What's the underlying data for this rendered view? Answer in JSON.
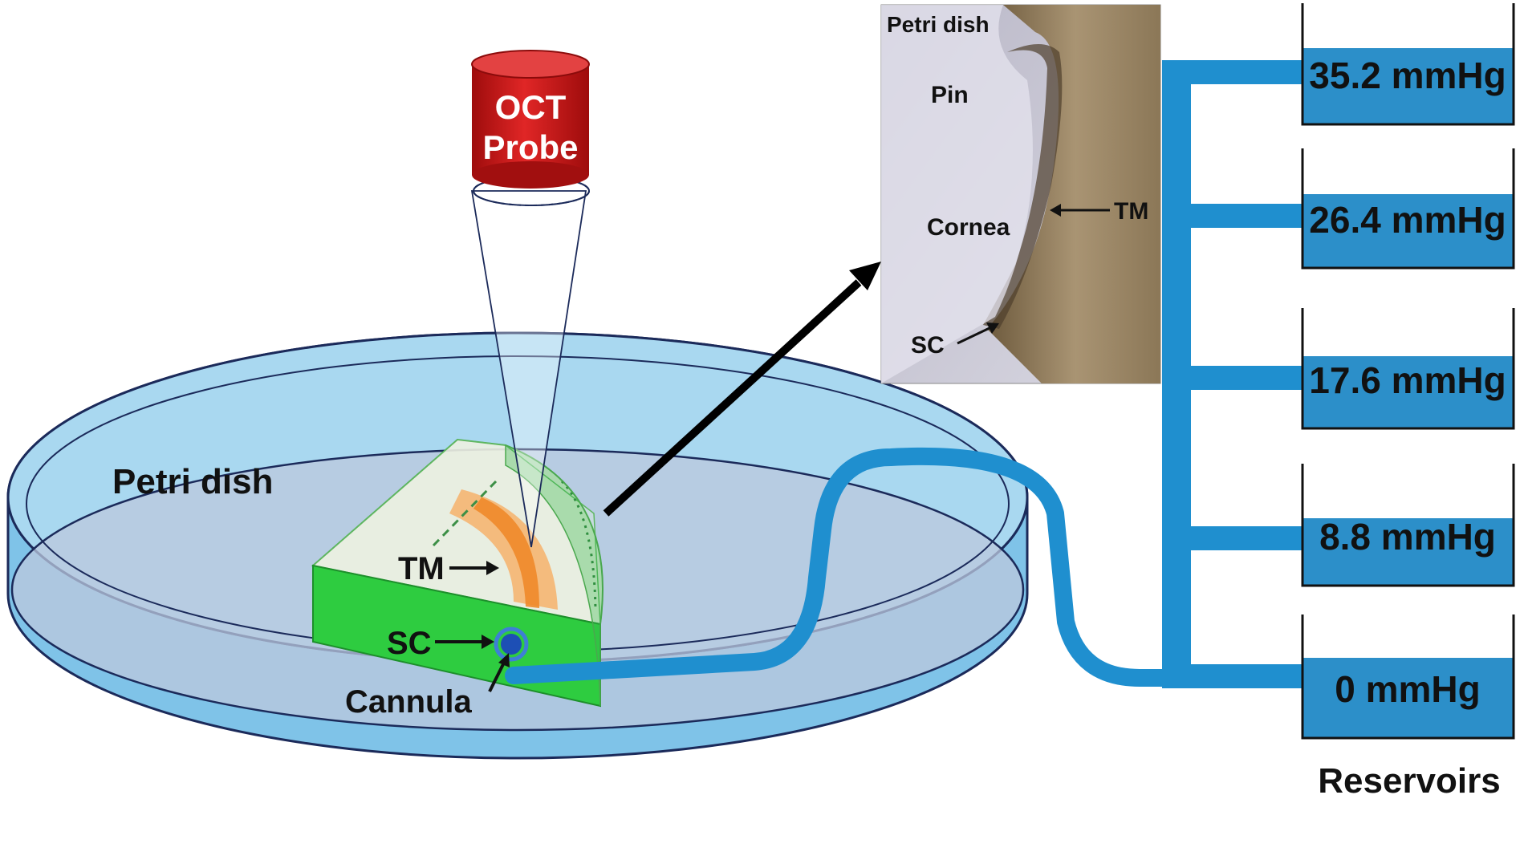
{
  "probe": {
    "line1": "OCT",
    "line2": "Probe"
  },
  "dish": {
    "label": "Petri dish"
  },
  "tissue_labels": {
    "tm": "TM",
    "sc": "SC",
    "cannula": "Cannula"
  },
  "photo_inset": {
    "title": "Petri dish",
    "pin": "Pin",
    "cornea": "Cornea",
    "tm": "TM",
    "sc": "SC"
  },
  "reservoirs": {
    "label": "Reservoirs",
    "levels": [
      "35.2 mmHg",
      "26.4 mmHg",
      "17.6 mmHg",
      "8.8 mmHg",
      "0 mmHg"
    ]
  },
  "colors": {
    "water": "#a9d8f0",
    "water_deep": "#6fb7e0",
    "tube": "#1f8fcf",
    "reservoir_fill": "#2c8fc9",
    "tissue_block": "#2ecc40",
    "probe_red": "#d01c1c",
    "tm_orange": "#f5a043"
  }
}
